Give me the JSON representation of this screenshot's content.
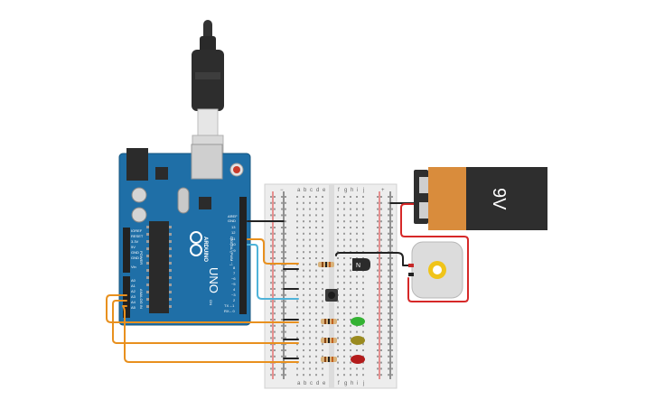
{
  "arduino": {
    "brand": "ARDUINO",
    "model": "UNO",
    "pin_header_labels": [
      "AREF",
      "GND",
      "13",
      "12",
      "~11",
      "~10",
      "~9",
      "8",
      "7",
      "~6",
      "~5",
      "4",
      "~3",
      "2",
      "TX→1",
      "RX←0"
    ],
    "digital_label": "DIGITAL (PWM ~)",
    "power_label": "POWER",
    "power_pins": [
      "IOREF",
      "RESET",
      "3.3V",
      "5V",
      "GND",
      "GND",
      "Vin"
    ],
    "analog_label": "ANALOG IN",
    "analog_pins": [
      "A0",
      "A1",
      "A2",
      "A3",
      "A4",
      "A5"
    ],
    "on_label": "ON"
  },
  "breadboard": {
    "column_letters_left": [
      "a",
      "b",
      "c",
      "d",
      "e"
    ],
    "column_letters_right": [
      "f",
      "g",
      "h",
      "i",
      "j"
    ],
    "rail_plus": "+",
    "rail_minus": "−"
  },
  "transistor": {
    "label": "N"
  },
  "battery": {
    "label": "9V",
    "body_color": "#2e2e2e",
    "cap_color": "#d98c3c"
  },
  "colors": {
    "board_blue": "#1f6fa7",
    "wire_orange": "#e8901e",
    "wire_black": "#222222",
    "wire_red": "#d62828",
    "wire_cyan": "#4fb3d9",
    "led_green": "#34b233",
    "led_yellow": "#9a8a1f",
    "led_red": "#b31b1b"
  }
}
